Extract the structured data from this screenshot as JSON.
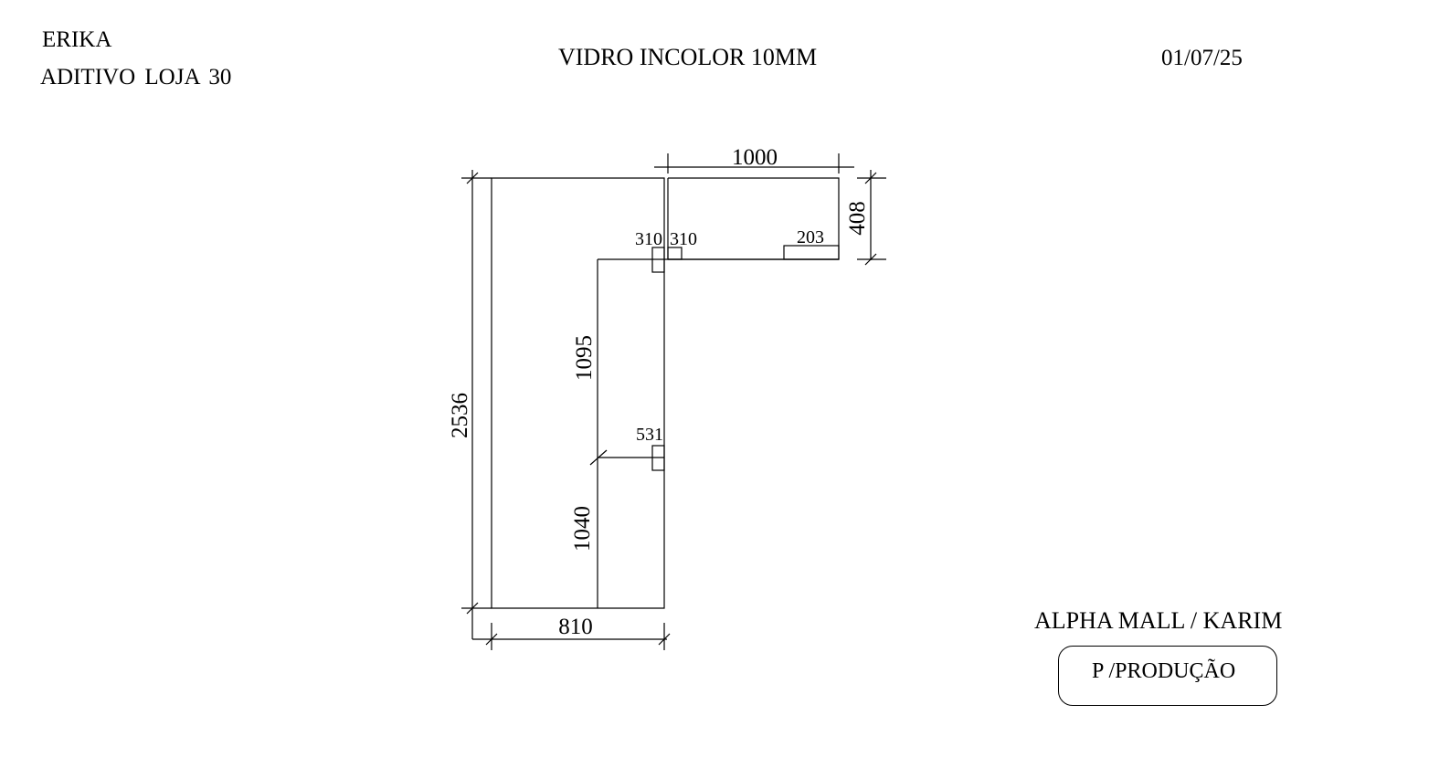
{
  "header": {
    "client": "ERIKA",
    "addendum": "ADITIVO   LOJA 30",
    "material": "VIDRO INCOLOR 10MM",
    "date": "01/07/25"
  },
  "footer": {
    "project": "ALPHA MALL / KARIM",
    "stage": "P /PRODUÇÃO"
  },
  "drawing": {
    "dimensions": {
      "top_width": "1000",
      "top_height": "408",
      "total_height": "2536",
      "bottom_width": "810",
      "upper_segment": "1095",
      "lower_segment": "1040",
      "notch_left": "310",
      "notch_right": "310",
      "notch_end": "203",
      "notch_mid": "531"
    }
  }
}
